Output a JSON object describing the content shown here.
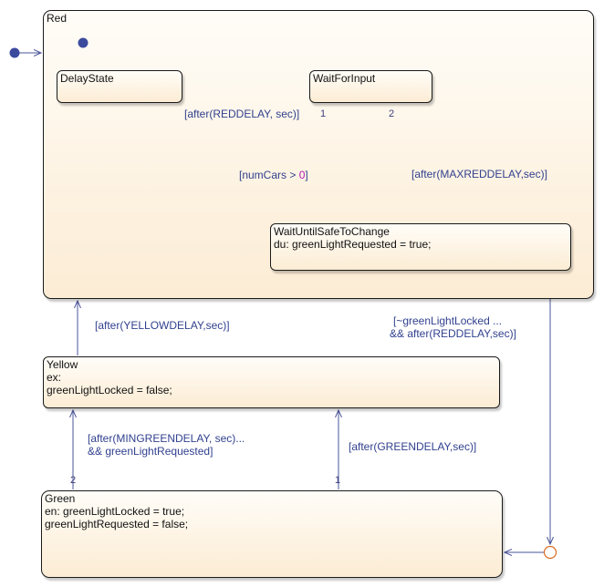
{
  "states": {
    "red": {
      "label": "Red"
    },
    "delay": {
      "label": "DelayState"
    },
    "wait_input": {
      "label": "WaitForInput"
    },
    "wait_safe": {
      "label": "WaitUntilSafeToChange\ndu: greenLightRequested = true;"
    },
    "yellow": {
      "label": "Yellow\nex:\ngreenLightLocked = false;"
    },
    "green": {
      "label": "Green\nen: greenLightLocked = true;\ngreenLightRequested = false;"
    }
  },
  "transitions": {
    "delay_to_wait": "[after(REDDELAY, sec)]",
    "numcars_pre": "[numCars > ",
    "numcars_num": "0",
    "numcars_post": "]",
    "maxred": "[after(MAXREDDELAY,sec)]",
    "safe_to_green_line1": "[~greenLightLocked ...",
    "safe_to_green_line2": "&& after(REDDELAY,sec)]",
    "yellow_to_red": "[after(YELLOWDELAY,sec)]",
    "mingreen_line1": "[after(MINGREENDELAY, sec)...",
    "mingreen_line2": "&& greenLightRequested]",
    "green_to_yellow": "[after(GREENDELAY,sec)]"
  },
  "priorities": {
    "wait_t1": "1",
    "wait_t2": "2",
    "green_t2": "2",
    "green_t1": "1"
  },
  "colors": {
    "transition": "#4a5598",
    "default_dot": "#3c4a9e",
    "junction": "#d96b20"
  }
}
